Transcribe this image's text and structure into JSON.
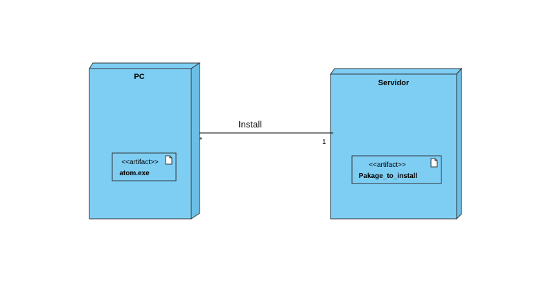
{
  "colors": {
    "node_fill": "#7ecef4",
    "node_side": "#6bbfe6",
    "node_stroke": "#333333",
    "artifact_fill": "#7ecef4",
    "line": "#000000"
  },
  "nodes": [
    {
      "name": "PC",
      "artifact": {
        "stereotype": "<<artifact>>",
        "name": "atom.exe",
        "icon": "document-icon"
      }
    },
    {
      "name": "Servidor",
      "artifact": {
        "stereotype": "<<artifact>>",
        "name": "Pakage_to_install",
        "icon": "document-icon"
      }
    }
  ],
  "association": {
    "label": "Install",
    "source_multiplicity": "*",
    "target_multiplicity": "1"
  }
}
